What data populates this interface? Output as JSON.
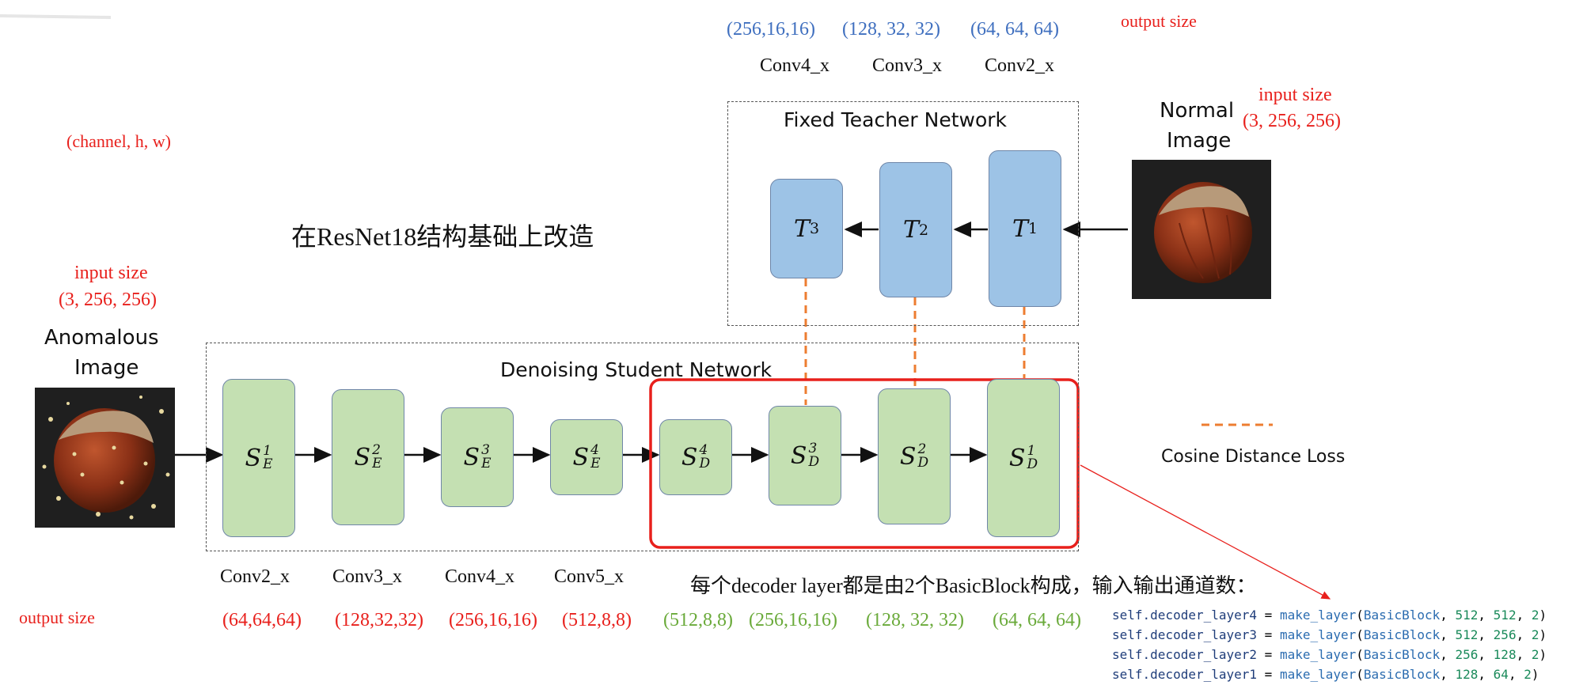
{
  "top": {
    "teacher_sizes": [
      "(256,16,16)",
      "(128, 32, 32)",
      "(64, 64, 64)"
    ],
    "teacher_convs": [
      "Conv4_x",
      "Conv3_x",
      "Conv2_x"
    ],
    "output_size_label": "output size"
  },
  "normal_image": {
    "label_line1": "Normal",
    "label_line2": "Image",
    "input_size_label": "input size",
    "input_size_value": "(3, 256, 256)"
  },
  "anomalous_image": {
    "label_line1": "Anomalous",
    "label_line2": "Image",
    "input_size_label": "input size",
    "input_size_value": "(3, 256, 256)"
  },
  "left_note": "(channel,  h,  w)",
  "chinese_note": "在ResNet18结构基础上改造",
  "teacher": {
    "title": "Fixed Teacher Network",
    "blocks": [
      {
        "base": "T",
        "sup": "3"
      },
      {
        "base": "T",
        "sup": "2"
      },
      {
        "base": "T",
        "sup": "1"
      }
    ]
  },
  "student": {
    "title": "Denoising Student Network",
    "encoders": [
      {
        "base": "S",
        "sup": "1",
        "sub": "E"
      },
      {
        "base": "S",
        "sup": "2",
        "sub": "E"
      },
      {
        "base": "S",
        "sup": "3",
        "sub": "E"
      },
      {
        "base": "S",
        "sup": "4",
        "sub": "E"
      }
    ],
    "decoders": [
      {
        "base": "S",
        "sup": "4",
        "sub": "D"
      },
      {
        "base": "S",
        "sup": "3",
        "sub": "D"
      },
      {
        "base": "S",
        "sup": "2",
        "sub": "D"
      },
      {
        "base": "S",
        "sup": "1",
        "sub": "D"
      }
    ]
  },
  "legend": {
    "loss_label": "Cosine Distance Loss"
  },
  "bottom": {
    "encoder_convs": [
      "Conv2_x",
      "Conv3_x",
      "Conv4_x",
      "Conv5_x"
    ],
    "output_size_label": "output size",
    "encoder_sizes": [
      "(64,64,64)",
      "(128,32,32)",
      "(256,16,16)",
      "(512,8,8)"
    ],
    "decoder_sizes": [
      "(512,8,8)",
      "(256,16,16)",
      "(128, 32, 32)",
      "(64, 64, 64)"
    ],
    "decoder_note": "每个decoder layer都是由2个BasicBlock构成，输入输出通道数："
  },
  "code": [
    {
      "var": "self.decoder_layer4",
      "fn": "make_layer",
      "cls": "BasicBlock",
      "a": "512",
      "b": "512",
      "c": "2"
    },
    {
      "var": "self.decoder_layer3",
      "fn": "make_layer",
      "cls": "BasicBlock",
      "a": "512",
      "b": "256",
      "c": "2"
    },
    {
      "var": "self.decoder_layer2",
      "fn": "make_layer",
      "cls": "BasicBlock",
      "a": "256",
      "b": "128",
      "c": "2"
    },
    {
      "var": "self.decoder_layer1",
      "fn": "make_layer",
      "cls": "BasicBlock",
      "a": "128",
      "b": "64",
      "c": "2"
    }
  ],
  "colors": {
    "red": "#e8201c",
    "blue": "#3f6fbf",
    "green": "#6aaa3a",
    "student_block": "#c4e0b2",
    "teacher_block": "#9dc3e6",
    "loss_line": "#ed7d31"
  }
}
